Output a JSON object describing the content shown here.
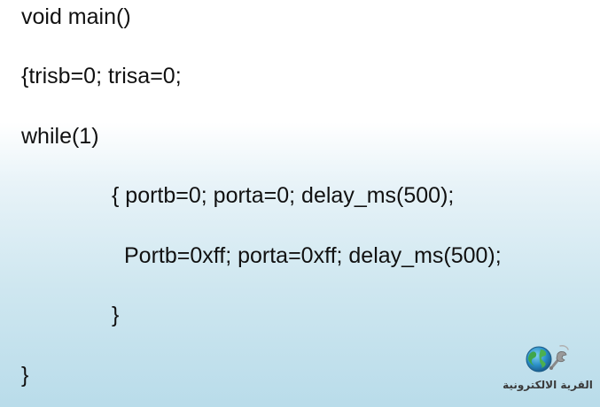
{
  "code": {
    "lines": [
      "void main()",
      "{trisb=0; trisa=0;",
      "while(1)",
      "{ portb=0; porta=0; delay_ms(500);",
      "Portb=0xff; porta=0xff; delay_ms(500);",
      "}",
      "}"
    ]
  },
  "logo": {
    "text": "القرية الالكترونية",
    "icon": "globe-wrench-icon"
  }
}
